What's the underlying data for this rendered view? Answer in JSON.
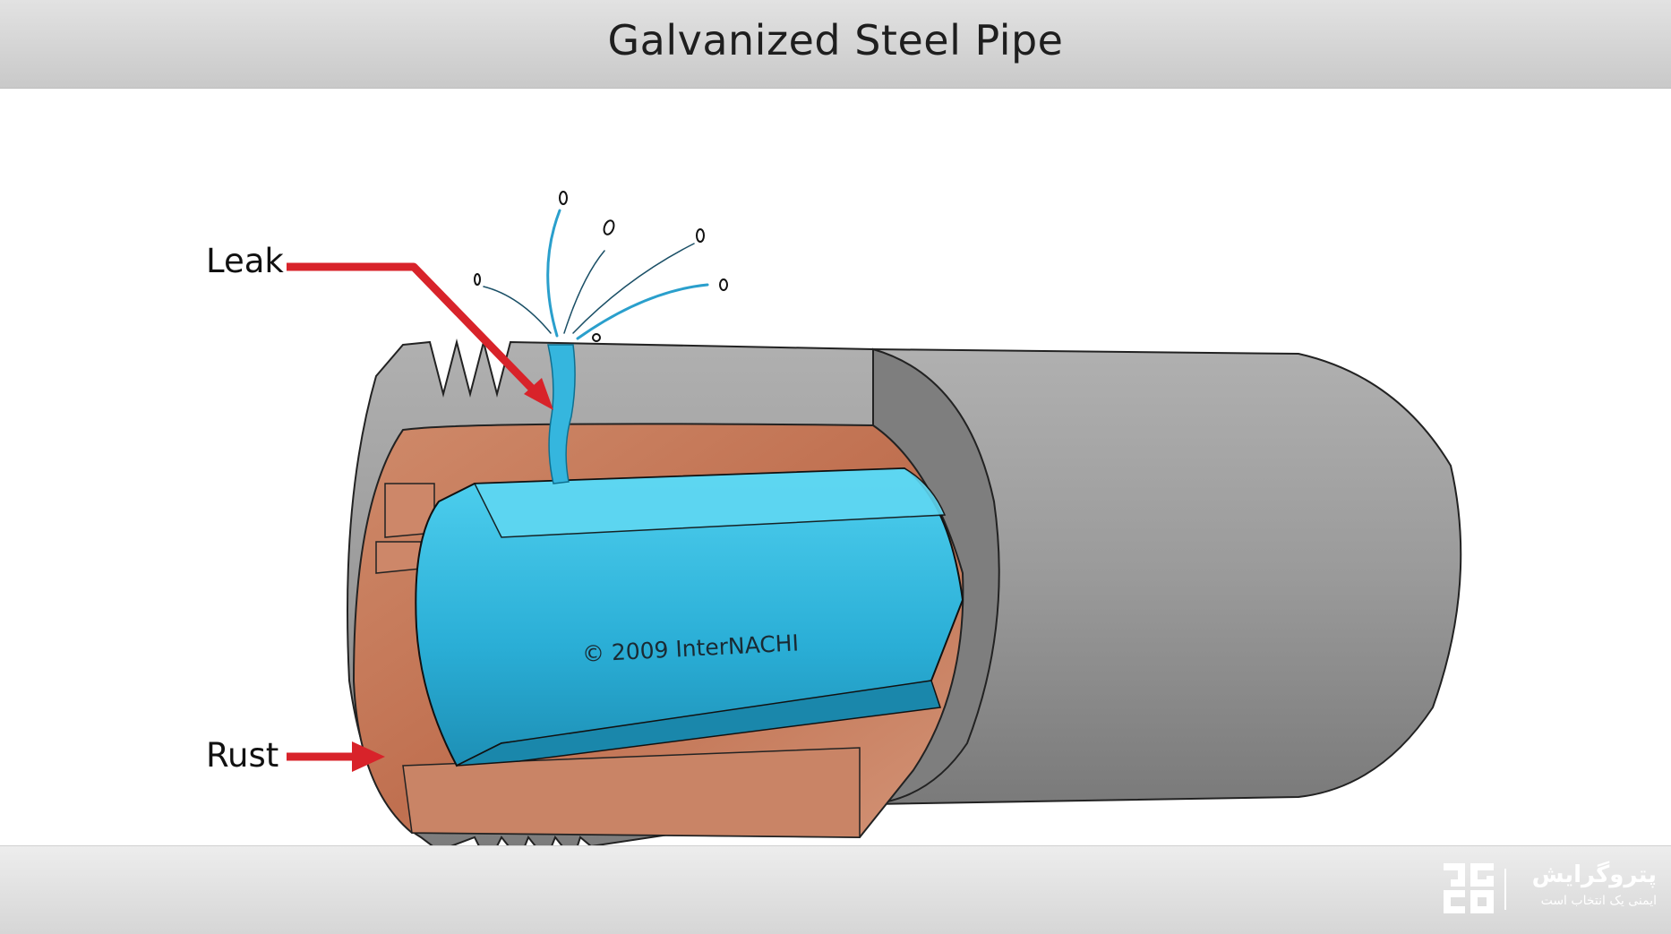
{
  "header": {
    "title": "Galvanized Steel Pipe"
  },
  "labels": {
    "leak": "Leak",
    "rust": "Rust"
  },
  "watermark": {
    "copyright": "© 2009  InterNACHI"
  },
  "logo": {
    "name": "پتروگرایش",
    "tagline": "ایمنی یک انتخاب است"
  },
  "colors": {
    "steel": "#8e8e8e",
    "steel_dark": "#6a6a6a",
    "rust": "#c4785c",
    "water": "#2fb0d8",
    "arrow": "#d8232a"
  }
}
